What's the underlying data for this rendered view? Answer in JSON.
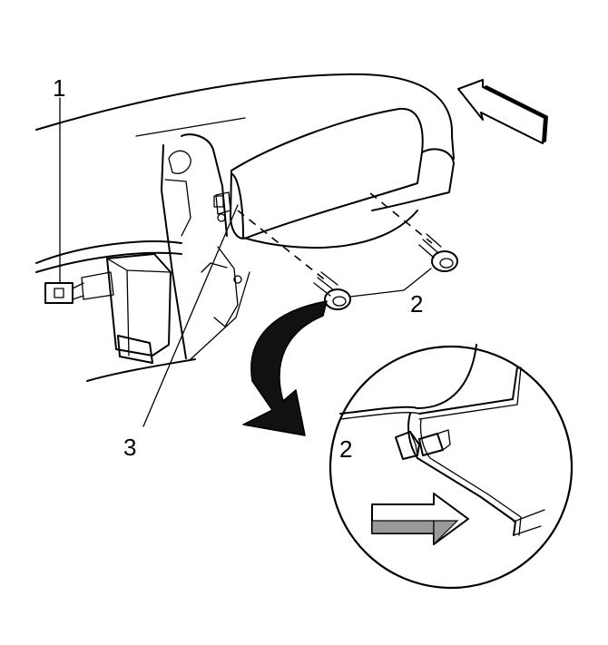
{
  "callouts": {
    "c1": "1",
    "c2_main": "2",
    "c3": "3",
    "c2_detail": "2"
  },
  "colors": {
    "ink": "#000000",
    "paper": "#ffffff",
    "arrow_fill": "#c8c8c8"
  },
  "icons": {
    "view_direction": "arrow-right-icon",
    "rotate": "curved-arrow-icon"
  }
}
